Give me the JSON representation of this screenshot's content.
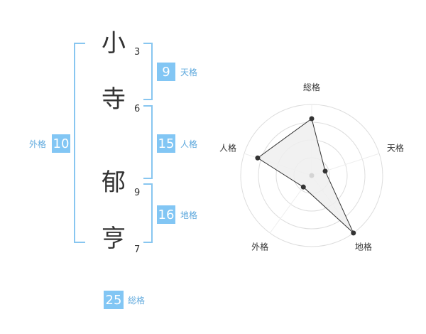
{
  "name": {
    "characters": [
      {
        "char": "小",
        "strokes": "3"
      },
      {
        "char": "寺",
        "strokes": "6"
      },
      {
        "char": "郁",
        "strokes": "9"
      },
      {
        "char": "亨",
        "strokes": "7"
      }
    ]
  },
  "fortunes": {
    "tenkaku": {
      "value": "9",
      "label": "天格"
    },
    "jinkaku": {
      "value": "15",
      "label": "人格"
    },
    "chikaku": {
      "value": "16",
      "label": "地格"
    },
    "gaikaku": {
      "value": "10",
      "label": "外格"
    },
    "soukaku": {
      "value": "25",
      "label": "総格"
    }
  },
  "chart_data": {
    "type": "radar",
    "axes": [
      "総格",
      "天格",
      "地格",
      "外格",
      "人格"
    ],
    "values": [
      0.8,
      0.2,
      1.0,
      0.2,
      0.8
    ],
    "rings": 4,
    "grid": true,
    "title": "",
    "accent": "#82c6f4"
  }
}
